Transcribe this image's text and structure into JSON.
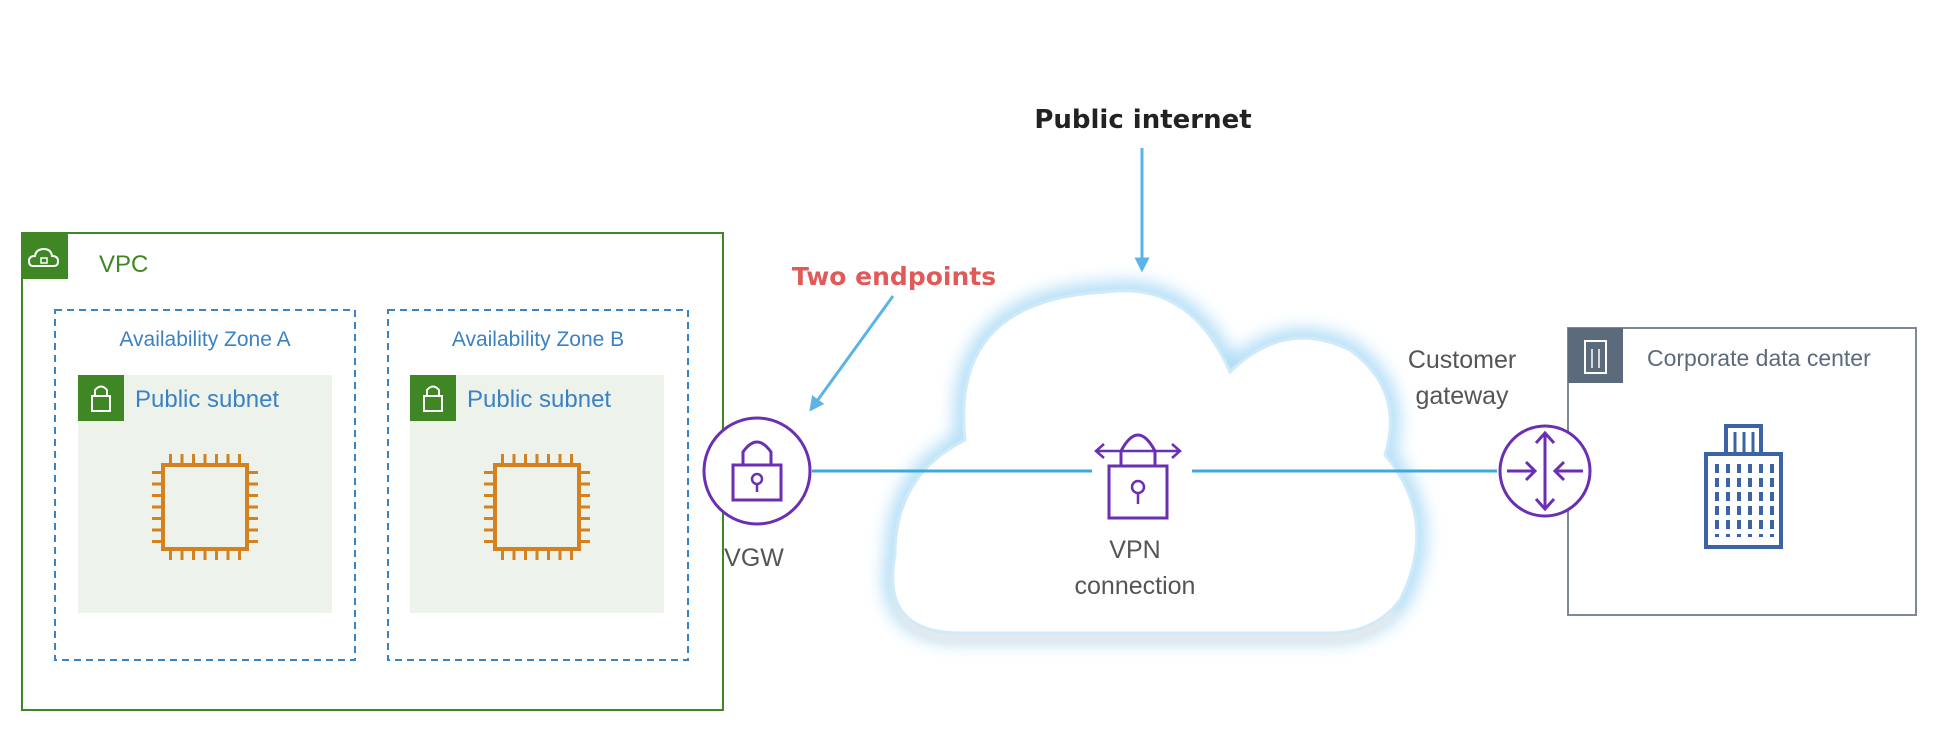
{
  "header": {
    "public_internet": "Public internet"
  },
  "annotation": {
    "two_endpoints": "Two endpoints"
  },
  "vpc": {
    "label": "VPC",
    "zones": [
      {
        "label": "Availability Zone A",
        "subnet_label": "Public subnet"
      },
      {
        "label": "Availability Zone B",
        "subnet_label": "Public subnet"
      }
    ]
  },
  "vgw": {
    "label": "VGW"
  },
  "vpn": {
    "line1": "VPN",
    "line2": "connection"
  },
  "customer_gateway": {
    "line1": "Customer",
    "line2": "gateway"
  },
  "corporate": {
    "label": "Corporate data center"
  },
  "colors": {
    "vpc_green": "#3f8624",
    "zone_blue": "#3b82c4",
    "arrow_blue": "#5ab4e6",
    "purple": "#6b2fb3",
    "orange": "#d4811f",
    "red": "#e05a5a",
    "gray": "#7d8998",
    "building_blue": "#3b63a6"
  }
}
